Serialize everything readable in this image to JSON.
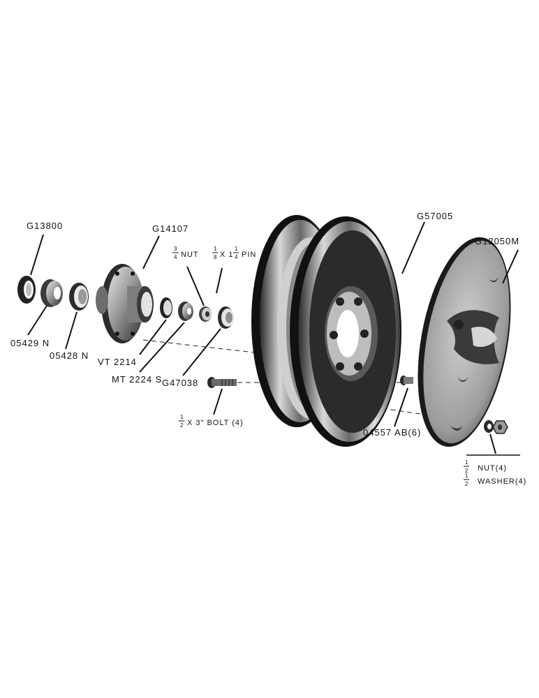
{
  "labels": {
    "g13800": "G13800",
    "g14107": "G14107",
    "g57005": "G57005",
    "g12050m": "G12050M",
    "n05429": "05429 N",
    "n05428": "05428 N",
    "vt2214": "VT 2214",
    "mt2224s": "MT 2224 S",
    "g47038": "G47038",
    "nut_frac_num": "3",
    "nut_frac_den": "4",
    "nut_text": "NUT",
    "pin_frac1_num": "1",
    "pin_frac1_den": "8",
    "pin_x": "X 1",
    "pin_frac2_num": "1",
    "pin_frac2_den": "4",
    "pin_text": "PIN",
    "bolt_frac_num": "1",
    "bolt_frac_den": "2",
    "bolt_text": "X 3\" BOLT (4)",
    "o4557": "04557 AB(6)",
    "nut4_frac_num": "1",
    "nut4_frac_den": "2",
    "nut4_text": "NUT(4)",
    "washer_frac_num": "1",
    "washer_frac_den": "2",
    "washer_text": "WASHER(4)"
  },
  "colors": {
    "ink": "#111111",
    "metal_dark": "#3a3a3a",
    "metal_mid": "#8a8a8a",
    "metal_light": "#cfcfcf",
    "paper": "#ffffff"
  }
}
